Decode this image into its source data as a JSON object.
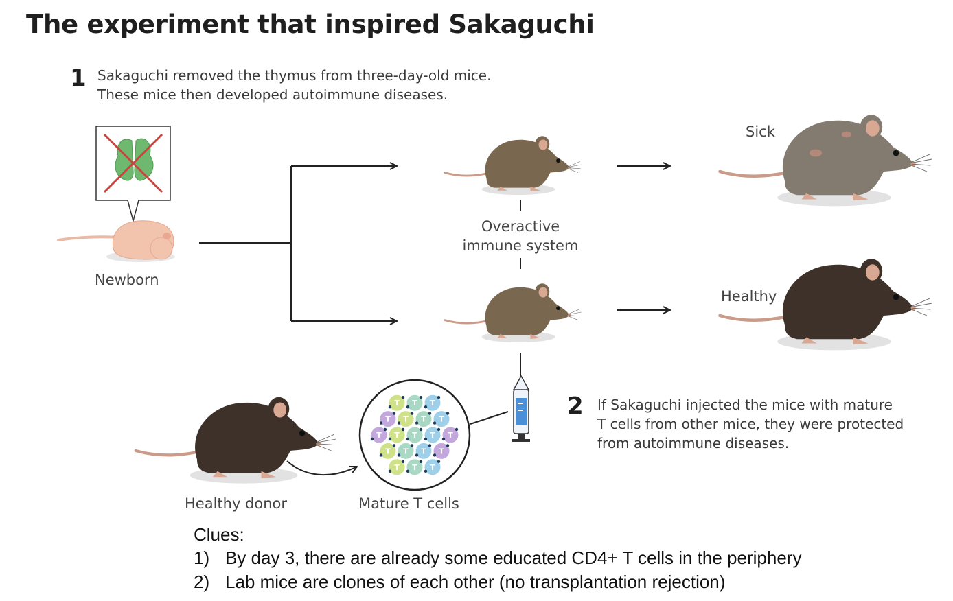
{
  "title": "The experiment that inspired Sakaguchi",
  "step1": {
    "number": "1",
    "lines": [
      "Sakaguchi removed the thymus from three-day-old mice.",
      "These mice then developed autoimmune diseases."
    ]
  },
  "step2": {
    "number": "2",
    "lines": [
      "If Sakaguchi injected the mice with mature",
      "T cells from other mice, they were protected",
      "from autoimmune diseases."
    ]
  },
  "labels": {
    "newborn": "Newborn",
    "overactive_line1": "Overactive",
    "overactive_line2": "immune system",
    "sick": "Sick",
    "healthy": "Healthy",
    "healthy_donor": "Healthy donor",
    "mature_t_cells": "Mature T cells",
    "t_cell_letter": "T"
  },
  "clues": {
    "heading": "Clues:",
    "items": [
      {
        "num": "1)",
        "text": "By day 3, there are already some educated CD4+ T cells in the periphery"
      },
      {
        "num": "2)",
        "text": "Lab mice are clones of each other (no transplantation rejection)"
      }
    ]
  },
  "colors": {
    "mouse_brown": "#7a6750",
    "sick_gray": "#837a70",
    "healthy_dark": "#3d3129",
    "pink": "#d9a892",
    "thymus_green": "#6fb870",
    "cross_red": "#c8453f",
    "syringe_blue": "#4a90d9",
    "t_cell_colors": [
      "#cfe28a",
      "#a9d9c4",
      "#9fd0ea",
      "#c3a8dd"
    ]
  },
  "icons": [
    "newborn-mouse-icon",
    "thymus-icon",
    "adult-mouse-icon",
    "sick-mouse-icon",
    "healthy-mouse-icon",
    "donor-mouse-icon",
    "syringe-icon",
    "t-cell-icon",
    "arrow-icon"
  ]
}
